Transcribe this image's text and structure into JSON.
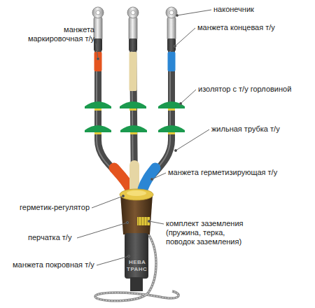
{
  "diagram": {
    "labels": [
      "наконечник",
      "манжета маркировочная т/у",
      "манжета концевая т/у",
      "изолятор с т/у горловиной",
      "жильная трубка т/у",
      "манжета герметизирующая т/у",
      "герметик-регулятор",
      "комплект заземления (пружина, терка, поводок заземления)",
      "перчатка т/у",
      "манжета покровная т/у",
      "НЕВА",
      "ТРАНС"
    ]
  }
}
